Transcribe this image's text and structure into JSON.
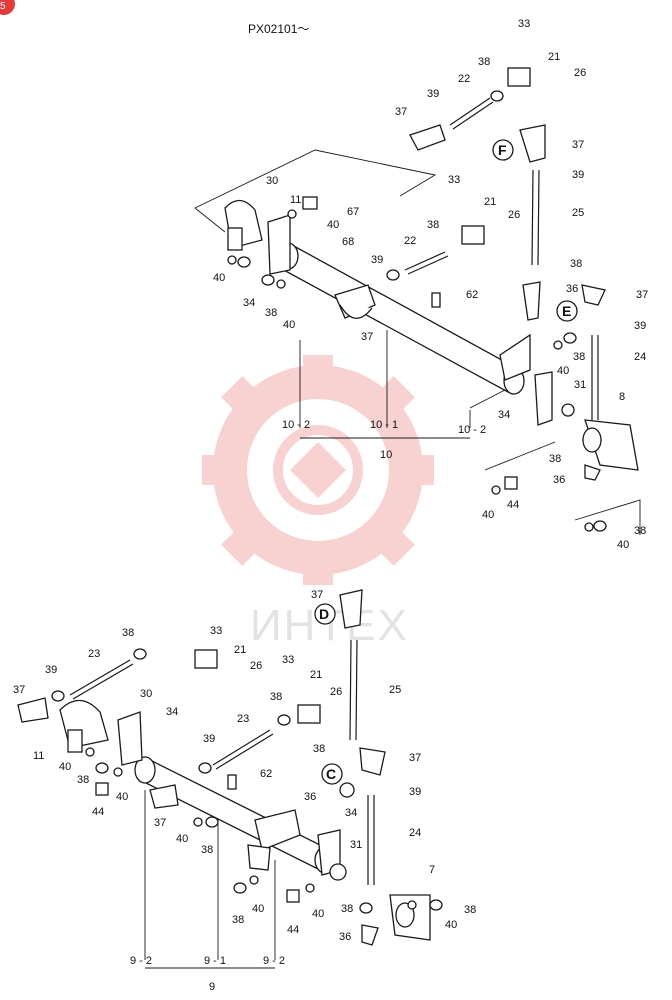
{
  "header": {
    "serial": "PX02101～",
    "corner_badge": "5"
  },
  "watermark": {
    "text": "ИНТЕХ",
    "color": "#f4b4b4"
  },
  "callouts": [
    "F",
    "E",
    "D",
    "C"
  ],
  "labels": {
    "upper": [
      "33",
      "21",
      "26",
      "38",
      "22",
      "39",
      "37",
      "37",
      "39",
      "30",
      "11",
      "67",
      "40",
      "68",
      "33",
      "21",
      "38",
      "22",
      "39",
      "26",
      "25",
      "38",
      "62",
      "36",
      "37",
      "40",
      "34",
      "38",
      "40",
      "37",
      "40",
      "38",
      "39",
      "24",
      "31",
      "8",
      "34",
      "10 - 2",
      "10 - 1",
      "10 - 2",
      "10",
      "38",
      "36",
      "40",
      "44",
      "38",
      "40"
    ],
    "lower": [
      "37",
      "33",
      "38",
      "21",
      "26",
      "23",
      "39",
      "33",
      "21",
      "25",
      "37",
      "30",
      "26",
      "34",
      "38",
      "11",
      "40",
      "23",
      "39",
      "62",
      "37",
      "38",
      "39",
      "44",
      "40",
      "38",
      "36",
      "37",
      "40",
      "38",
      "34",
      "24",
      "31",
      "7",
      "40",
      "38",
      "38",
      "44",
      "40",
      "38",
      "40",
      "36",
      "9 - 2",
      "9 - 1",
      "9 - 2",
      "9"
    ]
  }
}
